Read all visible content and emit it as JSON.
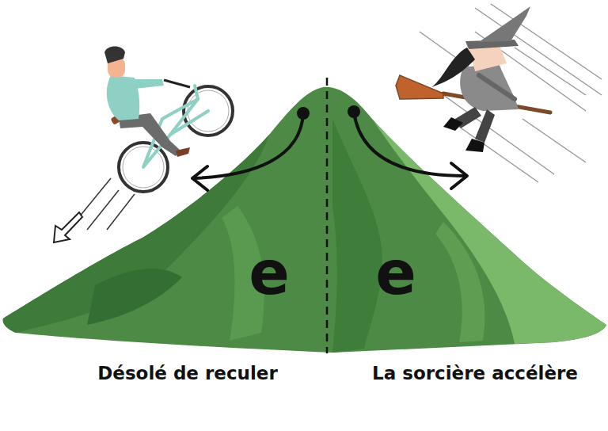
{
  "diagram": {
    "labels": [
      "e",
      "e",
      "Désolé de reculer",
      "La sorcière accélère"
    ]
  }
}
